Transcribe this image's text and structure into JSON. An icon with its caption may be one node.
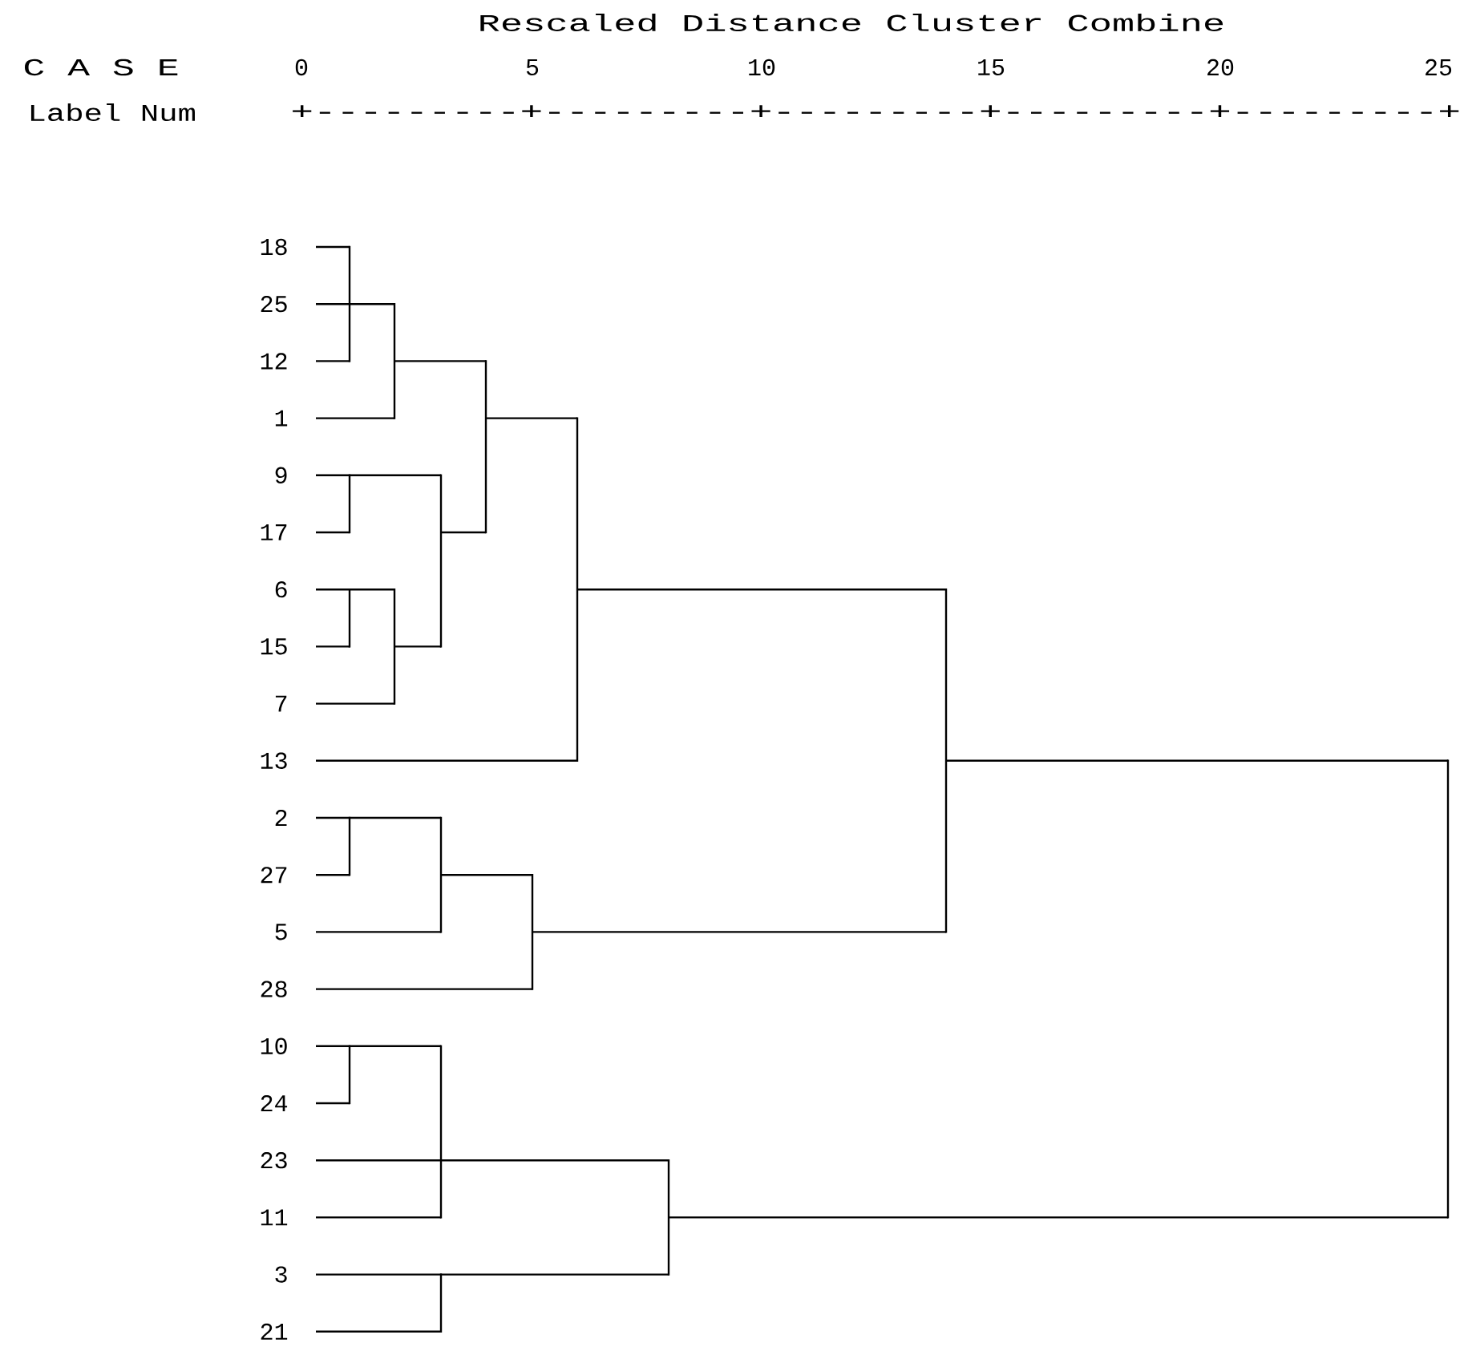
{
  "diagram": {
    "title": "Rescaled Distance Cluster Combine",
    "nodes": [
      {
        "text": [
          "18"
        ]
      },
      {
        "text": [
          "25"
        ]
      },
      {
        "text": [
          "12"
        ]
      },
      {
        "text": [
          "1"
        ]
      },
      {
        "text": [
          "9"
        ]
      },
      {
        "text": [
          "17"
        ]
      },
      {
        "text": [
          "6"
        ]
      },
      {
        "text": [
          "15"
        ]
      },
      {
        "text": [
          "7"
        ]
      },
      {
        "text": [
          "13"
        ]
      },
      {
        "text": [
          "2"
        ]
      },
      {
        "text": [
          "27"
        ]
      },
      {
        "text": [
          "5"
        ]
      },
      {
        "text": [
          "28"
        ]
      },
      {
        "text": [
          "10"
        ]
      },
      {
        "text": [
          "24"
        ]
      },
      {
        "text": [
          "23"
        ]
      },
      {
        "text": [
          "11"
        ]
      },
      {
        "text": [
          "3"
        ]
      },
      {
        "text": [
          "21"
        ]
      },
      {
        "text": [],
        "shape": "bar"
      },
      {
        "text": [],
        "shape": "bar"
      },
      {
        "text": [],
        "shape": "bar"
      },
      {
        "text": [],
        "shape": "bar"
      },
      {
        "text": [],
        "shape": "bar"
      },
      {
        "text": [],
        "shape": "bar"
      },
      {
        "text": [],
        "shape": "bar"
      },
      {
        "text": [],
        "shape": "bar"
      },
      {
        "text": [],
        "shape": "bar"
      },
      {
        "text": [],
        "shape": "bar"
      },
      {
        "text": [],
        "shape": "bar"
      },
      {
        "text": [],
        "shape": "bar"
      },
      {
        "text": [],
        "shape": "bar"
      },
      {
        "text": [],
        "shape": "bar"
      },
      {
        "text": [],
        "shape": "bar"
      },
      {
        "text": [],
        "shape": "bar"
      },
      {
        "text": [],
        "shape": "bar"
      }
    ],
    "edges": [
      {
        "from": 0,
        "to": 20,
        "arrow": "none"
      },
      {
        "from": 1,
        "to": 20,
        "arrow": "none"
      },
      {
        "from": 2,
        "to": 20,
        "arrow": "none"
      },
      {
        "from": 20,
        "to": 21,
        "arrow": "none"
      },
      {
        "from": 3,
        "to": 21,
        "arrow": "none"
      },
      {
        "from": 4,
        "to": 22,
        "arrow": "none"
      },
      {
        "from": 5,
        "to": 22,
        "arrow": "none"
      },
      {
        "from": 6,
        "to": 23,
        "arrow": "none"
      },
      {
        "from": 7,
        "to": 23,
        "arrow": "none"
      },
      {
        "from": 23,
        "to": 24,
        "arrow": "none"
      },
      {
        "from": 8,
        "to": 24,
        "arrow": "none"
      },
      {
        "from": 22,
        "to": 25,
        "arrow": "none"
      },
      {
        "from": 24,
        "to": 25,
        "arrow": "none"
      },
      {
        "from": 21,
        "to": 26,
        "arrow": "none"
      },
      {
        "from": 25,
        "to": 26,
        "arrow": "none"
      },
      {
        "from": 26,
        "to": 27,
        "arrow": "none"
      },
      {
        "from": 9,
        "to": 27,
        "arrow": "none"
      },
      {
        "from": 10,
        "to": 28,
        "arrow": "none"
      },
      {
        "from": 11,
        "to": 28,
        "arrow": "none"
      },
      {
        "from": 28,
        "to": 29,
        "arrow": "none"
      },
      {
        "from": 12,
        "to": 29,
        "arrow": "none"
      },
      {
        "from": 29,
        "to": 30,
        "arrow": "none"
      },
      {
        "from": 13,
        "to": 30,
        "arrow": "none"
      },
      {
        "from": 27,
        "to": 31,
        "arrow": "none"
      },
      {
        "from": 30,
        "to": 31,
        "arrow": "none"
      },
      {
        "from": 14,
        "to": 32,
        "arrow": "none"
      },
      {
        "from": 15,
        "to": 32,
        "arrow": "none"
      },
      {
        "from": 32,
        "to": 33,
        "arrow": "none"
      },
      {
        "from": 16,
        "to": 33,
        "arrow": "none"
      },
      {
        "from": 17,
        "to": 33,
        "arrow": "none"
      },
      {
        "from": 18,
        "to": 34,
        "arrow": "none"
      },
      {
        "from": 19,
        "to": 34,
        "arrow": "none"
      },
      {
        "from": 33,
        "to": 35,
        "arrow": "none"
      },
      {
        "from": 34,
        "to": 35,
        "arrow": "none"
      },
      {
        "from": 31,
        "to": 36,
        "arrow": "none"
      },
      {
        "from": 35,
        "to": 36,
        "arrow": "none"
      }
    ],
    "labels": [
      "C A S E",
      "0",
      "5",
      "10",
      "15",
      "20",
      "25",
      "Label Num",
      "+---------+---------+---------+---------+---------+"
    ]
  }
}
